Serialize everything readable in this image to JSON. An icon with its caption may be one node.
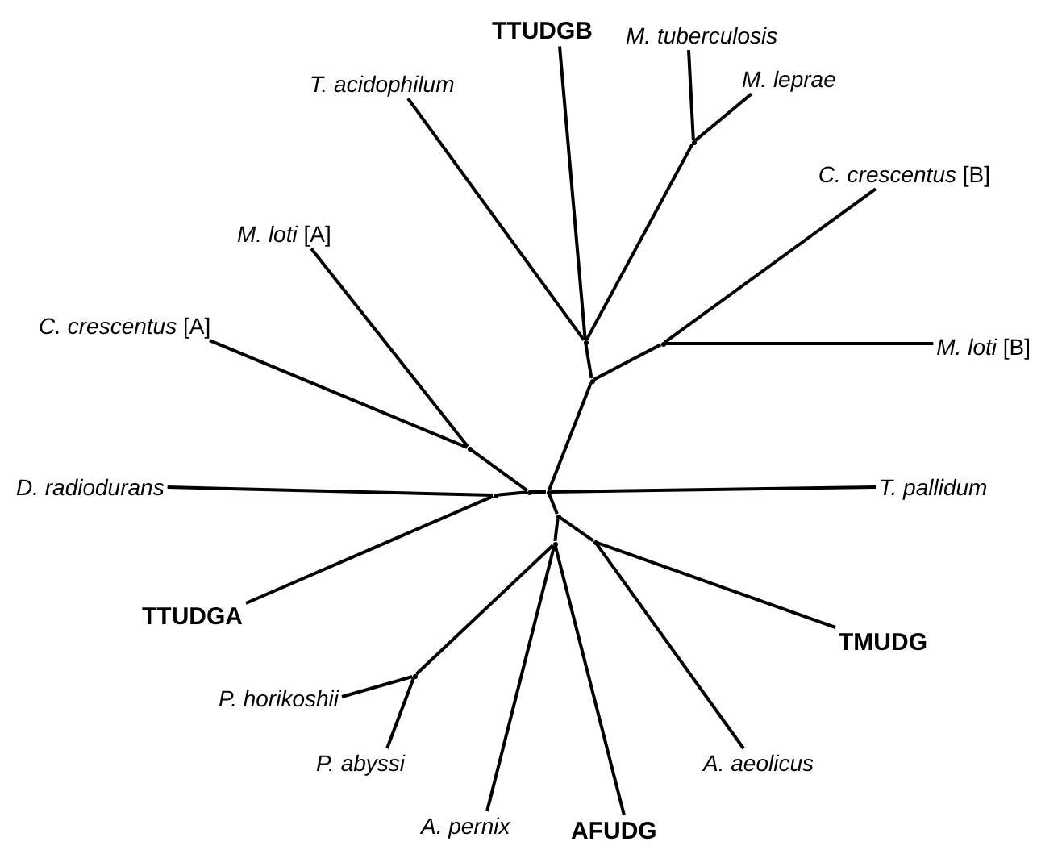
{
  "diagram": {
    "nodes": [
      {
        "text": [
          "TTUDGB"
        ]
      },
      {
        "text": [
          "M. tuberculosis"
        ]
      },
      {
        "text": [
          "T. acidophilum"
        ]
      },
      {
        "text": [
          "M. leprae"
        ]
      },
      {
        "text": [
          "*C. crescentus* [B]"
        ]
      },
      {
        "text": [
          "*M. loti* [A]"
        ]
      },
      {
        "text": [
          "*C. crescentus* [A]"
        ]
      },
      {
        "text": [
          "*M. loti* [B]"
        ]
      },
      {
        "text": [
          "D. radiodurans"
        ]
      },
      {
        "text": [
          "T. pallidum"
        ]
      },
      {
        "text": [
          "TTUDGA"
        ]
      },
      {
        "text": [
          "TMUDG"
        ]
      },
      {
        "text": [
          "P. horikoshii"
        ]
      },
      {
        "text": [
          "P. abyssi"
        ]
      },
      {
        "text": [
          "A. aeolicus"
        ]
      },
      {
        "text": [
          "A. pernix"
        ]
      },
      {
        "text": [
          "AFUDG"
        ]
      },
      {
        "text": [],
        "shape": "dot"
      },
      {
        "text": [],
        "shape": "dot"
      },
      {
        "text": [],
        "shape": "dot"
      },
      {
        "text": [],
        "shape": "dot"
      },
      {
        "text": [],
        "shape": "dot"
      },
      {
        "text": [],
        "shape": "dot"
      },
      {
        "text": [],
        "shape": "dot"
      },
      {
        "text": [],
        "shape": "dot"
      },
      {
        "text": [],
        "shape": "dot"
      },
      {
        "text": [],
        "shape": "dot"
      },
      {
        "text": [],
        "shape": "dot"
      },
      {
        "text": [],
        "shape": "dot"
      }
    ],
    "edges": [
      {
        "from": 18,
        "to": 17,
        "arrow": "none"
      },
      {
        "from": 18,
        "to": 19,
        "arrow": "none"
      },
      {
        "from": 18,
        "to": 25,
        "arrow": "none"
      },
      {
        "from": 18,
        "to": 9,
        "arrow": "none"
      },
      {
        "from": 17,
        "to": 24,
        "arrow": "none"
      },
      {
        "from": 17,
        "to": 23,
        "arrow": "none"
      },
      {
        "from": 24,
        "to": 8,
        "arrow": "none"
      },
      {
        "from": 24,
        "to": 10,
        "arrow": "none"
      },
      {
        "from": 23,
        "to": 5,
        "arrow": "none"
      },
      {
        "from": 23,
        "to": 6,
        "arrow": "none"
      },
      {
        "from": 19,
        "to": 20,
        "arrow": "none"
      },
      {
        "from": 19,
        "to": 22,
        "arrow": "none"
      },
      {
        "from": 20,
        "to": 2,
        "arrow": "none"
      },
      {
        "from": 20,
        "to": 0,
        "arrow": "none"
      },
      {
        "from": 20,
        "to": 21,
        "arrow": "none"
      },
      {
        "from": 21,
        "to": 1,
        "arrow": "none"
      },
      {
        "from": 21,
        "to": 3,
        "arrow": "none"
      },
      {
        "from": 22,
        "to": 4,
        "arrow": "none"
      },
      {
        "from": 22,
        "to": 7,
        "arrow": "none"
      },
      {
        "from": 25,
        "to": 26,
        "arrow": "none"
      },
      {
        "from": 25,
        "to": 27,
        "arrow": "none"
      },
      {
        "from": 26,
        "to": 11,
        "arrow": "none"
      },
      {
        "from": 26,
        "to": 14,
        "arrow": "none"
      },
      {
        "from": 27,
        "to": 28,
        "arrow": "none"
      },
      {
        "from": 27,
        "to": 15,
        "arrow": "none"
      },
      {
        "from": 27,
        "to": 16,
        "arrow": "none"
      },
      {
        "from": 28,
        "to": 12,
        "arrow": "none"
      },
      {
        "from": 28,
        "to": 13,
        "arrow": "none"
      }
    ]
  }
}
